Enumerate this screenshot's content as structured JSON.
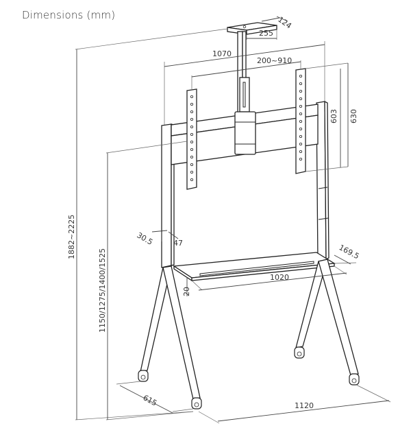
{
  "title": "Dimensions (mm)",
  "dimensions": {
    "ceiling_plate_depth": "124",
    "ceiling_plate_width": "255",
    "overall_width": "1070",
    "vesa_horizontal": "200~910",
    "vesa_vertical_inner": "603",
    "vesa_vertical_outer": "630",
    "overall_height": "1882~2225",
    "mount_height": "1150/1275/1400/1525",
    "upright_depth": "30.5",
    "upright_width": "47",
    "shelf_depth": "169.5",
    "shelf_width": "1020",
    "shelf_thickness": "20",
    "base_depth": "615",
    "base_width": "1120"
  }
}
